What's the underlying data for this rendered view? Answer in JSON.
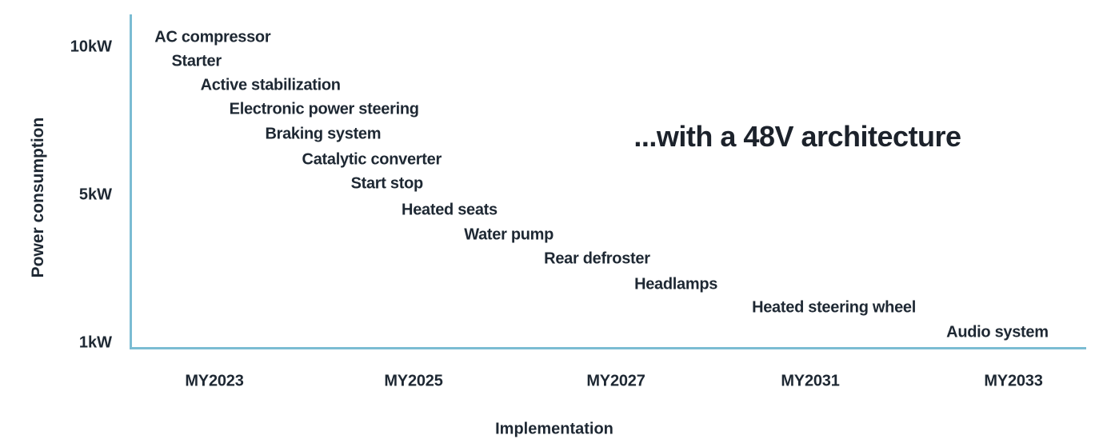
{
  "chart_data": {
    "type": "scatter",
    "title": "...with a 48V architecture",
    "xlabel": "Implementation",
    "ylabel": "Power consumption",
    "x_tick_labels": [
      "MY2023",
      "MY2025",
      "MY2027",
      "MY2031",
      "MY2033"
    ],
    "x_tick_years": [
      2023,
      2025,
      2027,
      2031,
      2033
    ],
    "y_tick_labels": [
      "10kW",
      "5kW",
      "1kW"
    ],
    "y_tick_kw": [
      10,
      5,
      1
    ],
    "xlim_years": [
      2021.6,
      2033.9
    ],
    "ylim_kw": [
      1,
      10.5
    ],
    "grid": false,
    "legend": false,
    "axis_color": "#7bbcd3",
    "text_color": "#1e2833",
    "points": [
      {
        "label": "AC compressor",
        "my": 2022.4,
        "kw": 10.32
      },
      {
        "label": "Starter",
        "my": 2022.57,
        "kw": 9.51
      },
      {
        "label": "Active stabilization",
        "my": 2022.86,
        "kw": 8.7
      },
      {
        "label": "Electronic power steering",
        "my": 2023.15,
        "kw": 7.89
      },
      {
        "label": "Braking system",
        "my": 2023.51,
        "kw": 7.05
      },
      {
        "label": "Catalytic converter",
        "my": 2023.88,
        "kw": 6.19
      },
      {
        "label": "Start stop",
        "my": 2024.37,
        "kw": 5.38
      },
      {
        "label": "Heated seats",
        "my": 2024.88,
        "kw": 4.59
      },
      {
        "label": "Water pump",
        "my": 2025.5,
        "kw": 3.92
      },
      {
        "label": "Rear defroster",
        "my": 2026.29,
        "kw": 3.27
      },
      {
        "label": "Headlamps",
        "my": 2027.38,
        "kw": 2.58
      },
      {
        "label": "Heated steering wheel",
        "my": 2029.8,
        "kw": 1.95
      },
      {
        "label": "Audio system",
        "my": 2032.34,
        "kw": 1.28
      }
    ]
  }
}
